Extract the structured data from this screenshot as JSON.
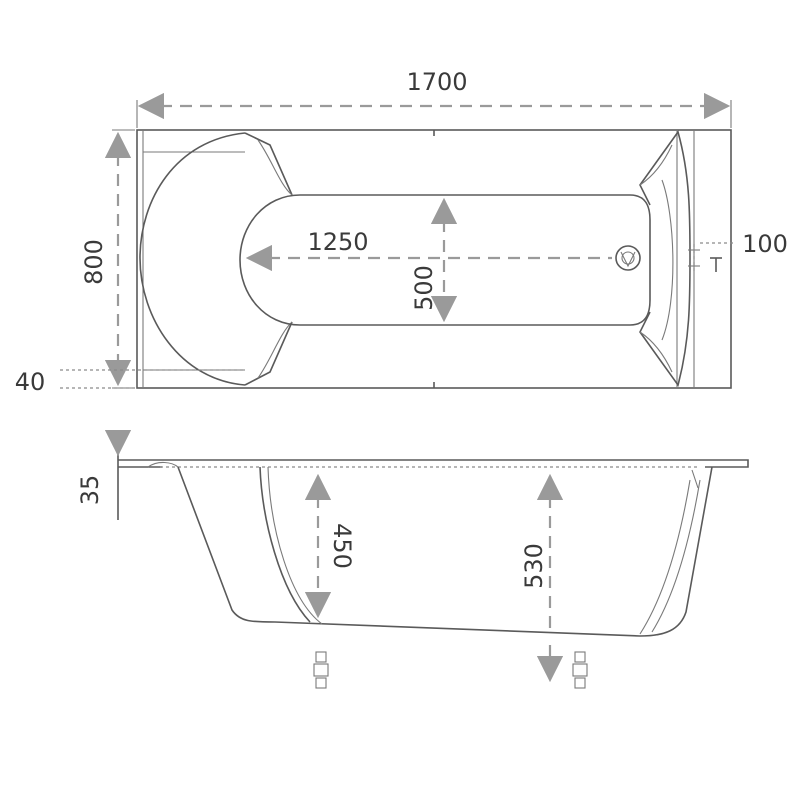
{
  "diagram": {
    "top_view": {
      "total_length": "1700",
      "total_width": "800",
      "inner_length": "1250",
      "inner_width": "500",
      "drain_offset": "100",
      "rim_thickness": "40"
    },
    "side_view": {
      "rim_height": "35",
      "depth_head": "450",
      "depth_drain": "530"
    }
  }
}
